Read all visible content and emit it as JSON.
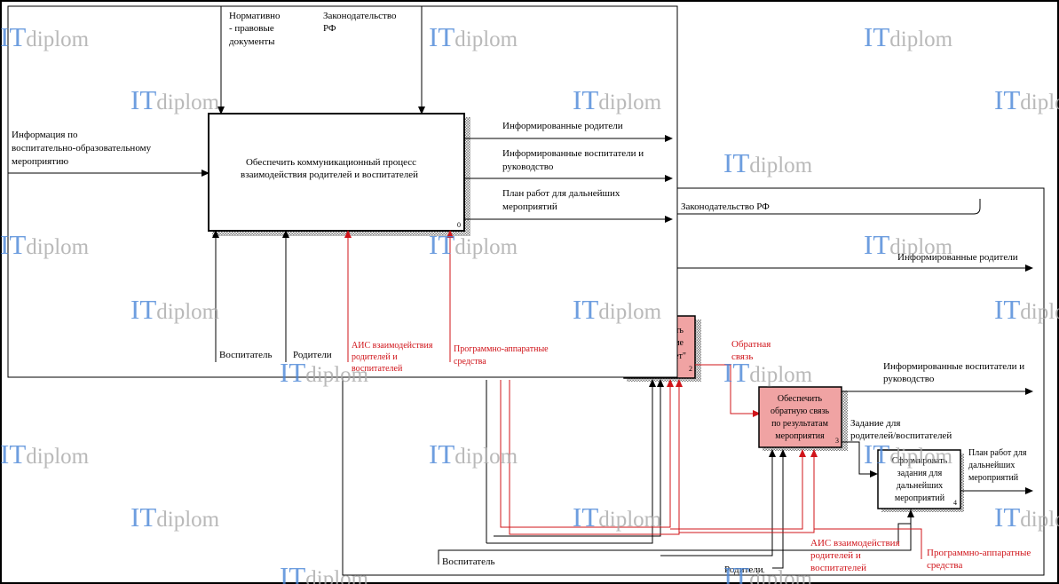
{
  "watermark": {
    "brand_it": "IT",
    "brand_rest": "diplom",
    "color_it": "#4a86d8",
    "color_rest": "#a8a8a8"
  },
  "context": {
    "process": {
      "title_line1": "Обеспечить коммуникационный процесс",
      "title_line2": "взаимодействия  родителей и воспитателей",
      "number": "0"
    },
    "controls": {
      "normative": [
        "Нормативно",
        "- правовые",
        "документы"
      ],
      "legislation": [
        "Законодательство",
        "РФ"
      ]
    },
    "inputs": {
      "info": [
        "Информация по",
        "воспитательно-образовательному",
        "мероприятию"
      ]
    },
    "outputs": {
      "informed_parents": "Информированные родители",
      "informed_staff": [
        "Информированные воспитатели и",
        "руководство"
      ],
      "plan": [
        "План работ для дальнейших",
        "мероприятий"
      ]
    },
    "mechanisms": {
      "educator": "Воспитатель",
      "parents": "Родители",
      "ais": [
        "АИС взаимодействия",
        "родителей и",
        "воспитателей"
      ],
      "hw": [
        "Программно-аппаратные",
        "средства"
      ]
    }
  },
  "decomposition": {
    "legislation": "Законодательство РФ",
    "informed_parents": "Информированные родители",
    "informed_staff": [
      "Информированные воспитатели и",
      "руководство"
    ],
    "feedback": [
      "Обратная",
      "связь"
    ],
    "box2": {
      "visible_fragments": [
        "ть",
        "вие",
        "ет\""
      ],
      "number": "2"
    },
    "box3": {
      "lines": [
        "Обеспечить",
        "обратную связь",
        "по результатам",
        "мероприятия"
      ],
      "number": "3"
    },
    "box4": {
      "lines": [
        "Сформировать",
        "задания для",
        "дальнейших",
        "мероприятий"
      ],
      "number": "4"
    },
    "task": [
      "Задание для",
      "родителей/воспитателей"
    ],
    "plan": [
      "План работ для",
      "дальнейших",
      "мероприятий"
    ],
    "educator": "Воспитатель",
    "parents": "Родители",
    "ais": [
      "АИС взаимодействия",
      "родителей и",
      "воспитателей"
    ],
    "hw": [
      "Программно-аппаратные",
      "средства"
    ]
  },
  "colors": {
    "line": "#000000",
    "mechanism_red": "#d0141a",
    "box_red_fill": "#f0a3a3"
  }
}
